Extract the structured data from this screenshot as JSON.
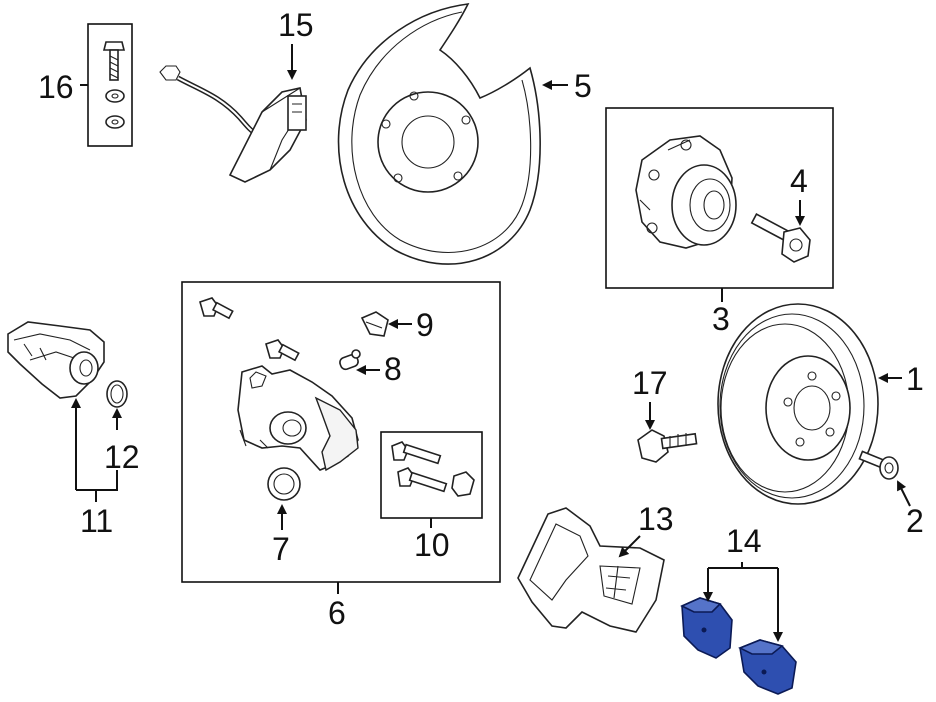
{
  "colors": {
    "line": "#111111",
    "highlight_fill": "#2e4fb0",
    "highlight_stroke": "#0b1a55"
  },
  "callouts": {
    "c1": "1",
    "c2": "2",
    "c3": "3",
    "c4": "4",
    "c5": "5",
    "c6": "6",
    "c7": "7",
    "c8": "8",
    "c9": "9",
    "c10": "10",
    "c11": "11",
    "c12": "12",
    "c13": "13",
    "c14": "14",
    "c15": "15",
    "c16": "16",
    "c17": "17"
  },
  "highlighted_part": "14"
}
